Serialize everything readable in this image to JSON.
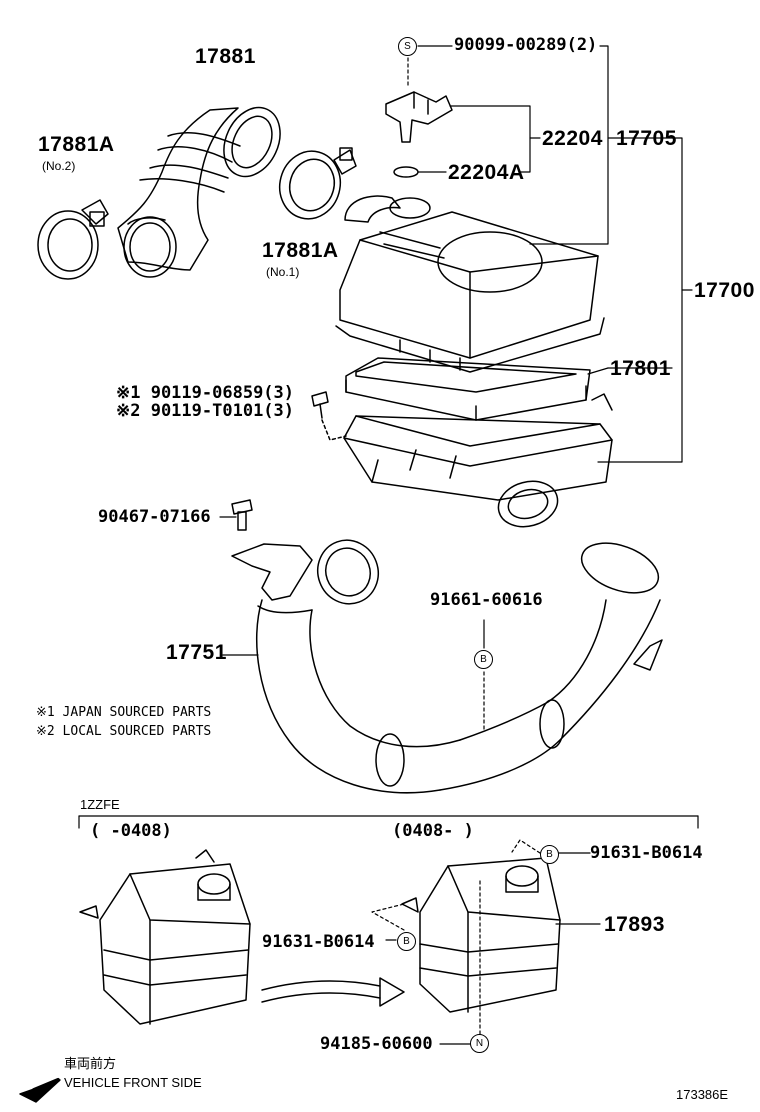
{
  "parts": {
    "p17881": "17881",
    "p17881A_no2": "17881A",
    "no2": "(No.2)",
    "p17881A_no1": "17881A",
    "no1": "(No.1)",
    "p90099": "90099-00289(2)",
    "p22204": "22204",
    "p22204A": "22204A",
    "p17705": "17705",
    "p17700": "17700",
    "p17801": "17801",
    "p90119_1": "※1 90119-06859(3)",
    "p90119_2": "※2 90119-T0101(3)",
    "p90467": "90467-07166",
    "p91661": "91661-60616",
    "p17751": "17751",
    "p91631_a": "91631-B0614",
    "p91631_b": "91631-B0614",
    "p17893": "17893",
    "p94185": "94185-60600"
  },
  "notes": {
    "n1": "※1 JAPAN SOURCED PARTS",
    "n2": "※2 LOCAL SOURCED PARTS"
  },
  "engine": {
    "code": "1ZZFE",
    "range_left": "(      -0408)",
    "range_right": "(0408-      )"
  },
  "badges": {
    "s": "S",
    "b1": "B",
    "b2": "B",
    "b3": "B",
    "n": "N"
  },
  "footer": {
    "front_jp": "車両前方",
    "front_en": "VEHICLE FRONT SIDE",
    "figure_id": "173386E"
  }
}
